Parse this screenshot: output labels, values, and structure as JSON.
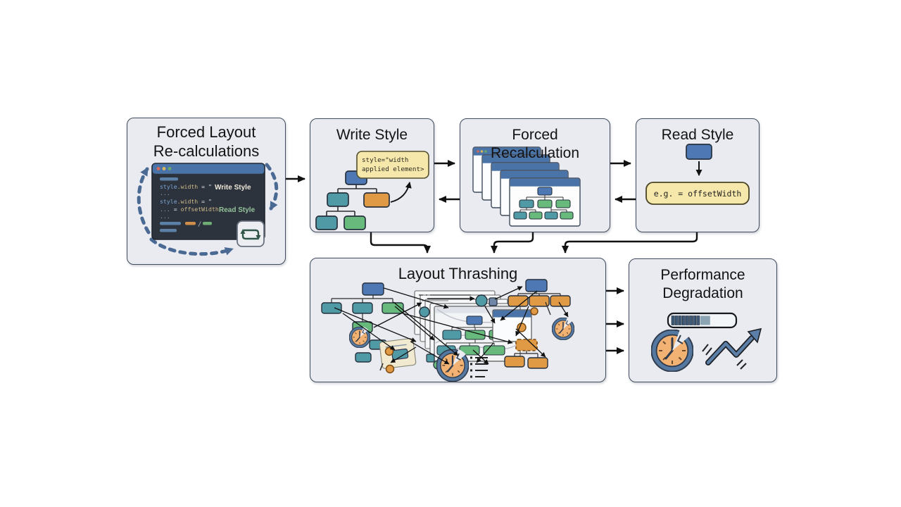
{
  "palette": {
    "box_fill": "#e9ebf1",
    "box_border": "#3f4a5a",
    "node_blue": "#4d78b4",
    "node_teal": "#4f9aa4",
    "node_green": "#67b97c",
    "node_orange": "#e09a45",
    "tooltip_bg": "#f6e7ab",
    "tooltip_border": "#55502f",
    "arrow_black": "#111111",
    "dashed_arrow_blue": "#4a6a94",
    "editor_bg": "#2d333c",
    "editor_titlebar": "#4a74a8",
    "window_titlebar": "#4a74a8",
    "clock_face": "#f2b273",
    "clock_ring": "#5578a0",
    "progress_fill": "#3e5a78",
    "progress_fill_light": "#8aa4b4"
  },
  "boxes": {
    "forced_layout": {
      "title_line1": "Forced Layout",
      "title_line2": "Re-calculations"
    },
    "write_style": {
      "title": "Write Style",
      "tooltip_line1": "style=\"width",
      "tooltip_line2": "applied element>"
    },
    "forced_recalculation": {
      "title_line1": "Forced",
      "title_line2": "Recalculation"
    },
    "read_style": {
      "title": "Read Style",
      "annotation": "e.g. = offsetWidth"
    },
    "layout_thrashing": {
      "title": "Layout Thrashing"
    },
    "performance_degradation": {
      "title_line1": "Performance",
      "title_line2": "Degradation"
    }
  },
  "code_editor": {
    "keyword": "style",
    "property": ".width",
    "assignment": " = \"",
    "ellipsis": "...",
    "equals": " = ",
    "offset_property": "offsetWidth",
    "write_label": "Write Style",
    "read_label": "Read Style",
    "slash": "/"
  }
}
